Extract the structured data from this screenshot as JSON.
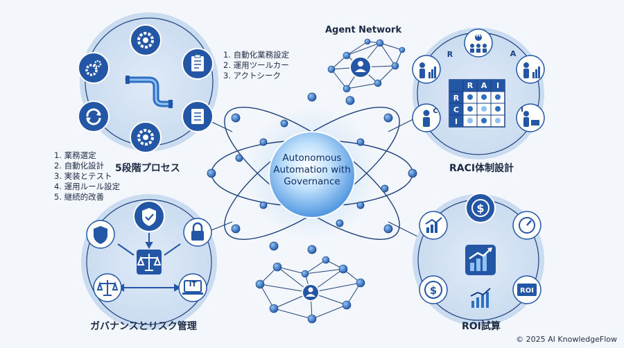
{
  "center": {
    "lines": [
      "Autonomous",
      "Automation with",
      "Governance"
    ]
  },
  "process": {
    "title": "5段階プロセス",
    "steps": [
      "1. 業務選定",
      "2. 自動化設計",
      "3. 実装とテスト",
      "4. 運用ルール設定",
      "5. 継続的改善"
    ]
  },
  "agent_network": {
    "title": "Agent Network",
    "items": [
      "1. 自動化業務設定",
      "2. 運用ツールカー",
      "3. アクトシーク"
    ]
  },
  "raci": {
    "title": "RACI体制設計",
    "header": [
      "R",
      "A",
      "I"
    ],
    "rows": [
      "R",
      "C",
      "I"
    ],
    "badges": [
      "R",
      "A",
      "C",
      "I"
    ]
  },
  "governance": {
    "title": "ガバナンスとリスク管理",
    "it_label": "IT"
  },
  "roi": {
    "title": "ROI試算",
    "roi_label": "ROI",
    "dollar": "$"
  },
  "footer": {
    "copyright": "© 2025 AI KnowledgeFlow"
  },
  "colors": {
    "primary": "#2456a6",
    "primary_dark": "#173f84",
    "light_halo": "#d6e4f5",
    "line": "#1d3f7a",
    "background": "#f3f6fb"
  },
  "icons": [
    "gear-icon",
    "pipe-icon",
    "clipboard-icon",
    "cycle-icon",
    "shield-icon",
    "lock-icon",
    "scales-icon",
    "laptop-icon",
    "dollar-icon",
    "gauge-icon",
    "growth-chart-icon",
    "person-icon",
    "raci-matrix-icon"
  ]
}
